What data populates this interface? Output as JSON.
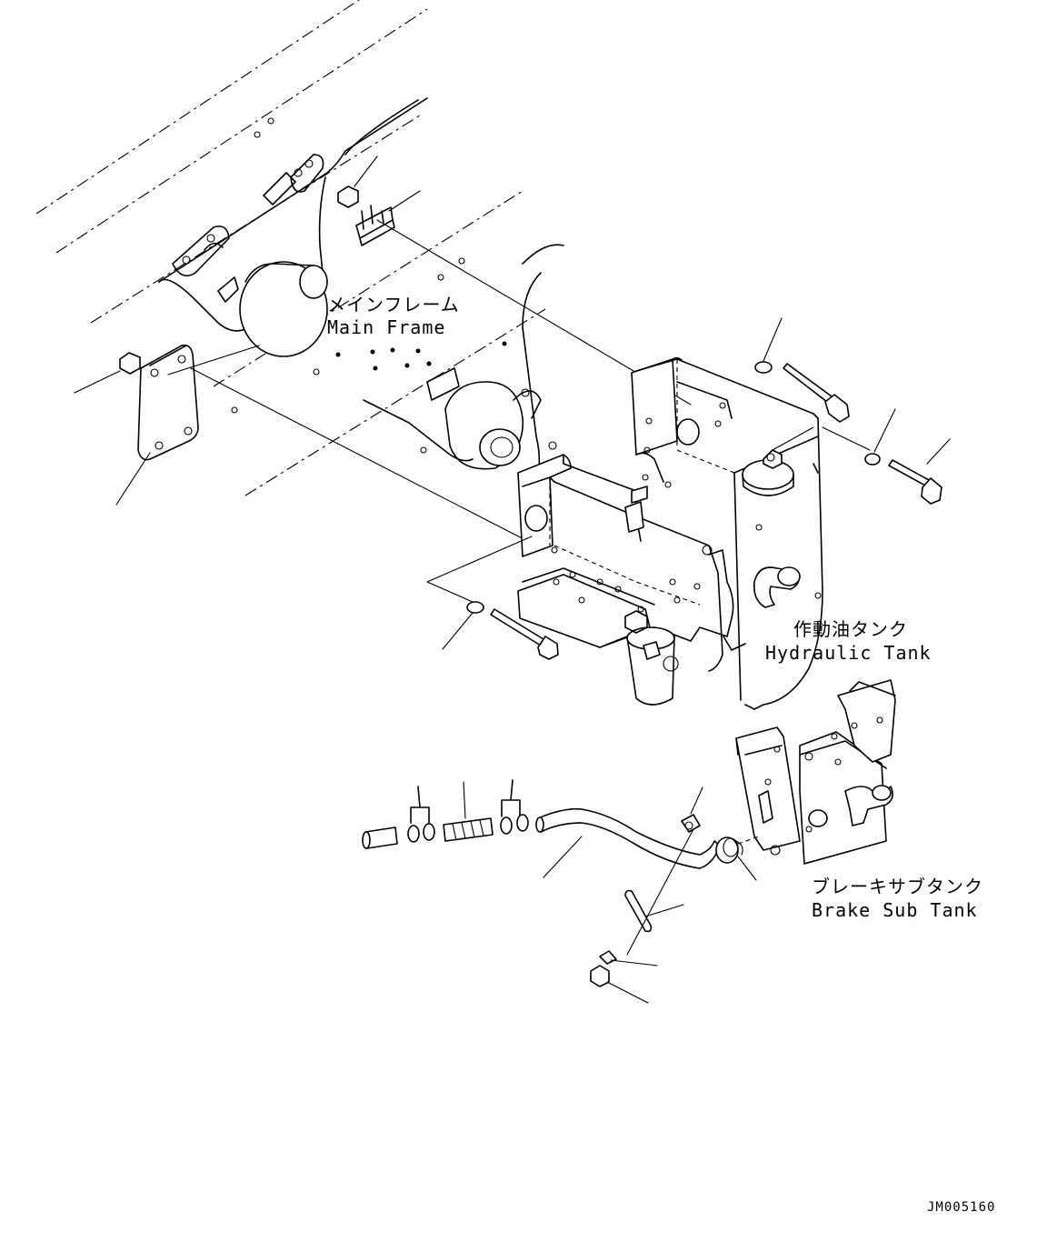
{
  "labels": {
    "main_frame_jp": "メインフレーム",
    "main_frame_en": "Main Frame",
    "hydraulic_tank_jp": "作動油タンク",
    "hydraulic_tank_en": "Hydraulic Tank",
    "brake_sub_tank_jp": "ブレーキサブタンク",
    "brake_sub_tank_en": "Brake Sub Tank"
  },
  "drawing_code": "JM005160"
}
